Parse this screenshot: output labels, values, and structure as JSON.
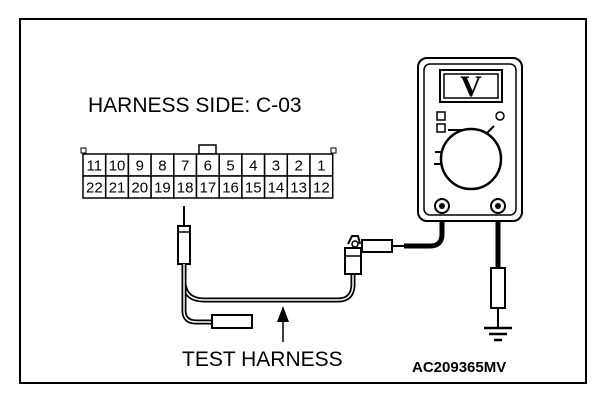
{
  "connector": {
    "title": "HARNESS SIDE: C-03",
    "top_row": [
      "11",
      "10",
      "9",
      "8",
      "7",
      "6",
      "5",
      "4",
      "3",
      "2",
      "1"
    ],
    "bottom_row": [
      "22",
      "21",
      "20",
      "19",
      "18",
      "17",
      "16",
      "15",
      "14",
      "13",
      "12"
    ]
  },
  "meter": {
    "display": "V"
  },
  "labels": {
    "test_harness": "TEST HARNESS",
    "figure_code": "AC209365MV"
  }
}
